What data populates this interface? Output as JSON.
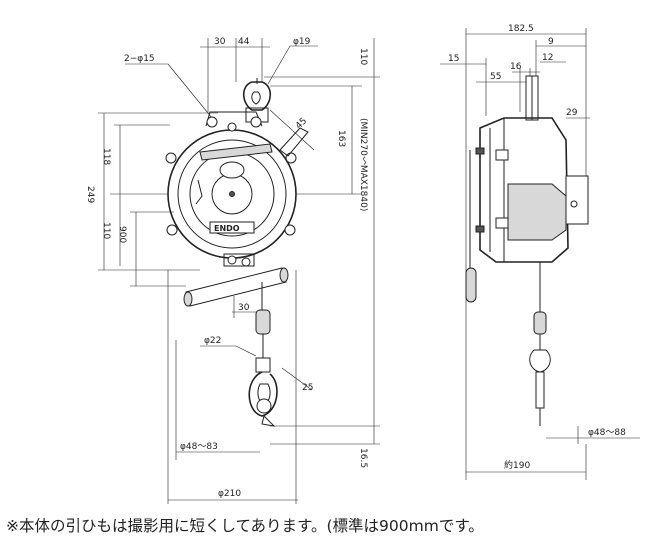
{
  "dimensions": {
    "top_30": "30",
    "top_44": "44",
    "phi19": "φ19",
    "hole_2phi15": "2−φ15",
    "dim_110_top": "110",
    "dim_249": "249",
    "dim_118": "118",
    "dim_110_left": "110",
    "dim_900": "900",
    "dim_163": "163",
    "range": "(MIN270〜MAX1840)",
    "dim_45": "45",
    "dim_30_mid": "30",
    "phi22": "φ22",
    "dim_25": "25",
    "phi48_83": "φ48〜83",
    "dim_16_5": "16.5",
    "phi210": "φ210",
    "dim_182_5": "182.5",
    "dim_9": "9",
    "dim_15": "15",
    "dim_55": "55",
    "dim_16": "16",
    "dim_12": "12",
    "dim_29": "29",
    "phi48_88": "φ48〜88",
    "dim_190": "約190"
  },
  "brand_mark": "ENDO",
  "caption": "※本体の引ひもは撮影用に短くしてあります。(標準は900mmです。"
}
